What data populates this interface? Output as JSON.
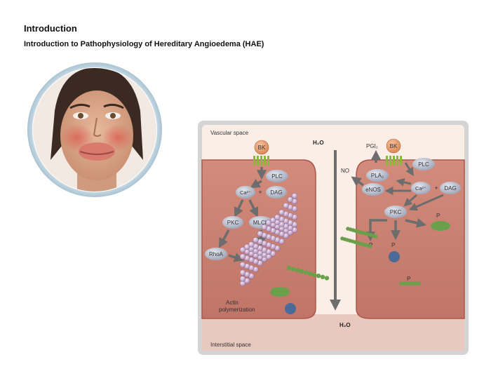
{
  "header": {
    "title": "Introduction",
    "subtitle": "Introduction to Pathophysiology of Hereditary Angioedema (HAE)"
  },
  "diagram": {
    "vascular_space": "Vascular space",
    "interstitial_space": "Interstitial space",
    "water_top": "H₂O",
    "water_bottom": "H₂O",
    "left_cell": {
      "bk": "BK",
      "plc": "PLC",
      "ca": "Ca²⁺",
      "plus": "+",
      "dag": "DAG",
      "pkc": "PKC",
      "mlck": "MLCK",
      "rhoa": "RhoA",
      "actin_line1": "Actin",
      "actin_line2": "polymerization"
    },
    "right_cell": {
      "bk": "BK",
      "pgi2": "PGI₂",
      "no": "NO",
      "pla2": "PLA₂",
      "enos": "eNOS",
      "plc": "PLC",
      "ca": "Ca²⁺",
      "plus": "+",
      "dag": "DAG",
      "pkc": "PKC",
      "p1": "P",
      "p2": "P",
      "p3": "P",
      "p4": "P"
    }
  },
  "colors": {
    "frame": "#d6d6d6",
    "cell": "#c97d6f",
    "cell_edge": "#a9584a",
    "cleft": "#f6e3da",
    "arrow": "#6d6d6d",
    "node": "#aeb3c3",
    "bk": "#e99a6d",
    "receptor": "#8db63a",
    "protein_green": "#6aa04b",
    "ball_blue": "#4a6a98"
  }
}
